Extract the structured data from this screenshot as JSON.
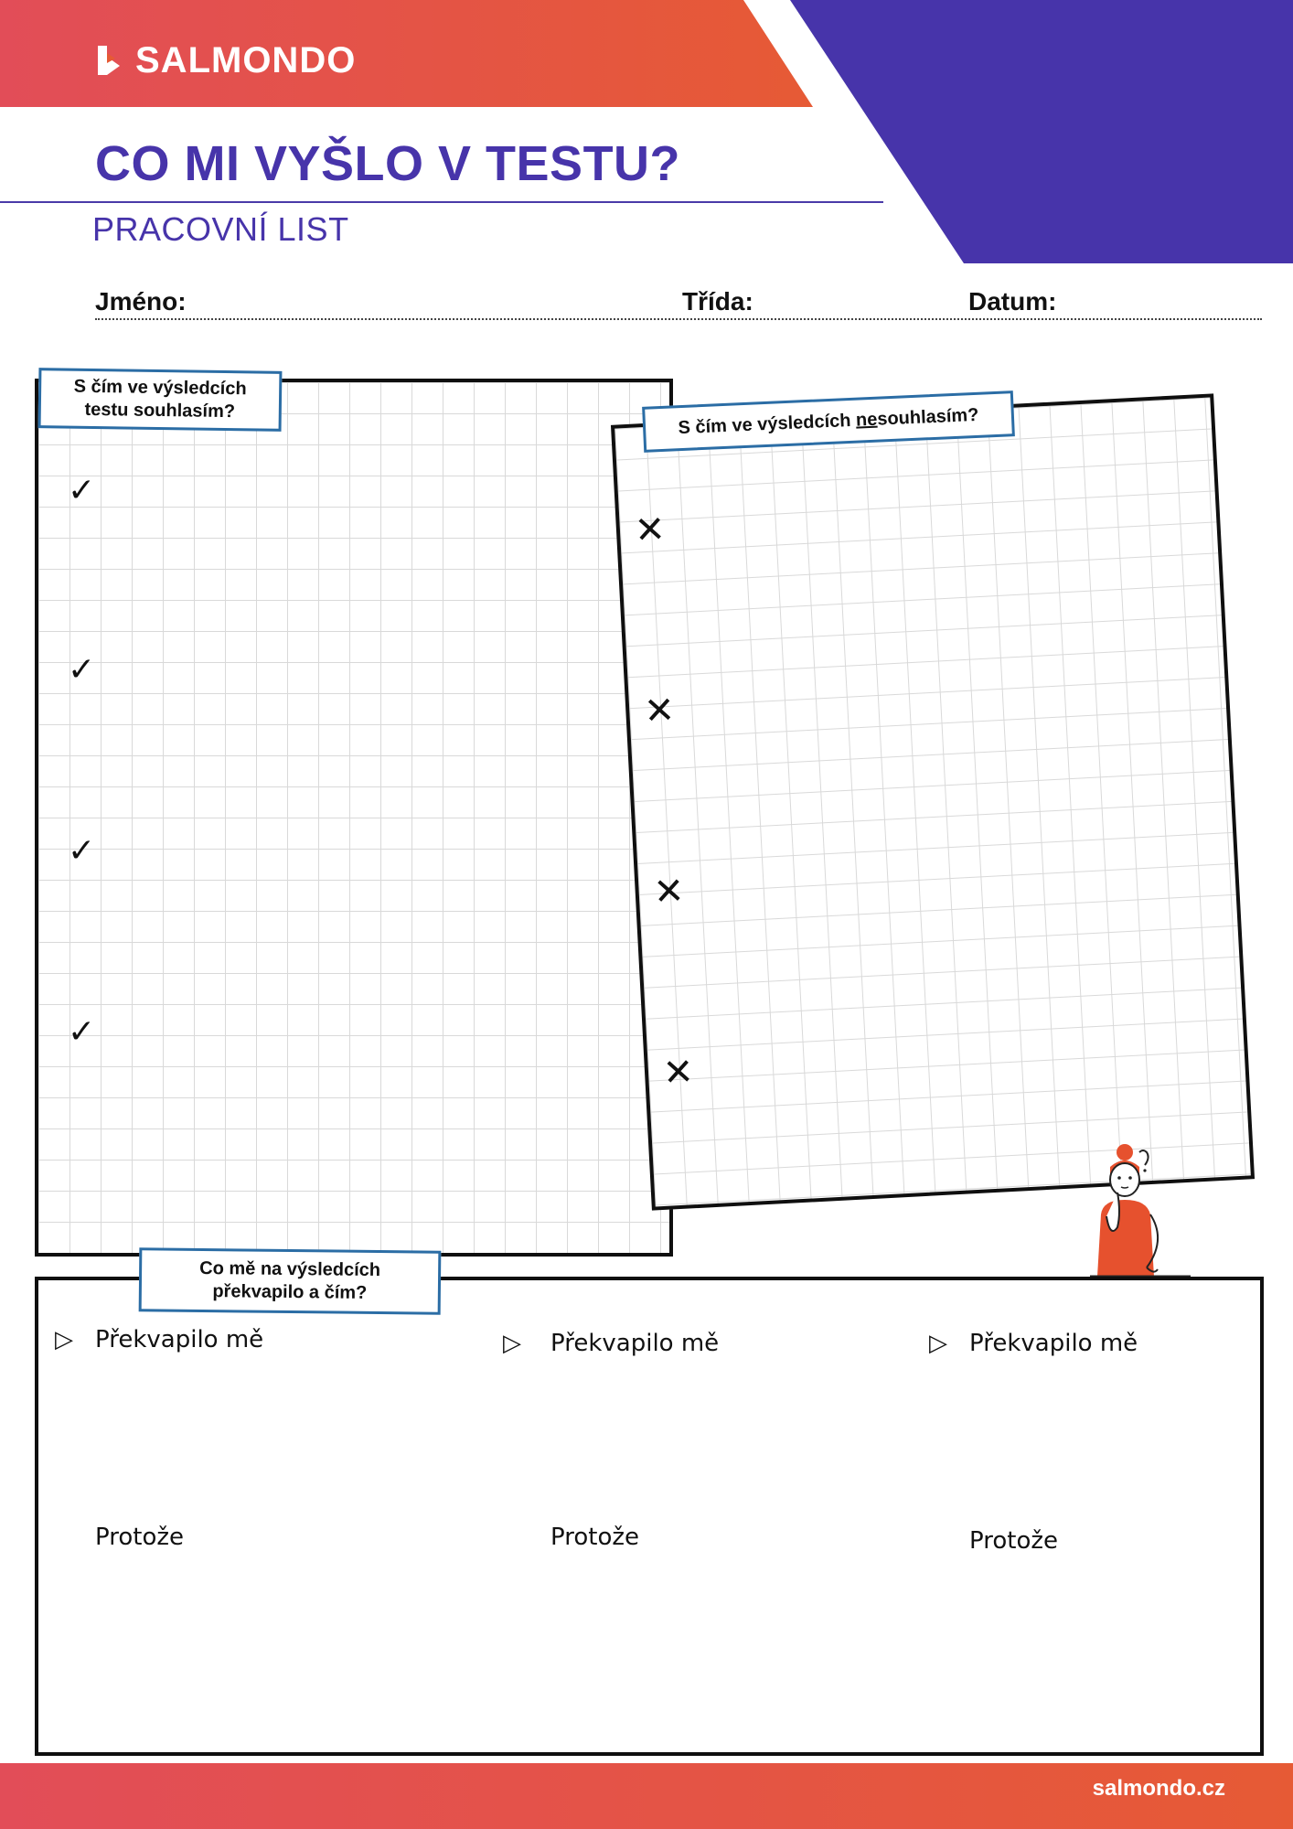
{
  "brand": {
    "name": "SALMONDO",
    "colors": {
      "coral": "#e24d58",
      "orange": "#e65a35",
      "purple": "#4734aa"
    },
    "logo_icon": "salmondo-logo-icon"
  },
  "header": {
    "title": "CO MI VYŠLO V TESTU?",
    "subtitle": "PRACOVNÍ LIST"
  },
  "fields": {
    "name_label": "Jméno:",
    "class_label": "Třída:",
    "date_label": "Datum:"
  },
  "agree_panel": {
    "label_line1": "S čím ve výsledcích",
    "label_line2": "testu souhlasím?",
    "markers": [
      "✓",
      "✓",
      "✓",
      "✓"
    ],
    "marker_icon": "checkmark-icon"
  },
  "disagree_panel": {
    "label_prefix": "S čím ve výsledcích ",
    "label_emphasis": "ne",
    "label_suffix": "souhlasím?",
    "markers": [
      "✕",
      "✕",
      "✕",
      "✕"
    ],
    "marker_icon": "cross-icon"
  },
  "surprise_panel": {
    "label_line1": "Co mě na výsledcích",
    "label_line2": "překvapilo a čím?",
    "columns": [
      {
        "prompt": "Překvapilo mě",
        "because": "Protože"
      },
      {
        "prompt": "Překvapilo mě",
        "because": "Protože"
      },
      {
        "prompt": "Překvapilo mě",
        "because": "Protože"
      }
    ],
    "arrow_icon": "triangle-arrow-icon",
    "illustration": "thinking-girl-illustration"
  },
  "footer": {
    "url": "salmondo.cz"
  }
}
